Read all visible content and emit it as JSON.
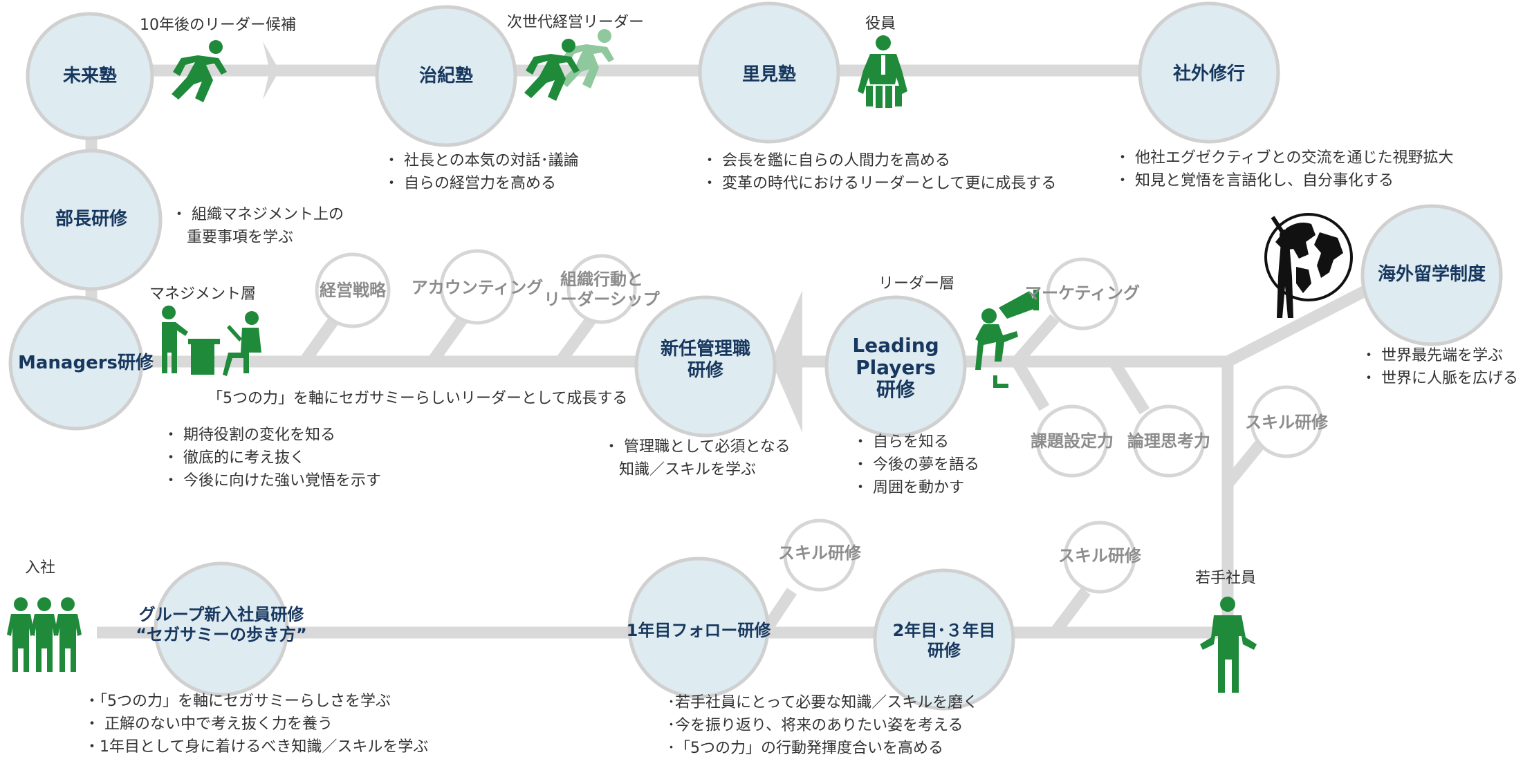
{
  "nodes": {
    "mirai": "未来塾",
    "jiki": "治紀塾",
    "satomi": "里見塾",
    "shagai": "社外修行",
    "bucho": "部長研修",
    "managers": "Managers研修",
    "shinnin": "新任管理職\n研修",
    "leading": "Leading\nPlayers\n研修",
    "kaigai": "海外留学制度",
    "group": "グループ新入社員研修\n“セガサミーの歩き方”",
    "follow": "1年目フォロー研修",
    "nen23": "2年目･３年目\n研修"
  },
  "sub_nodes": {
    "keiei": "経営戦略",
    "accounting": "アカウンティング",
    "soshiki": "組織行動と\nリーダーシップ",
    "marketing": "マーケティング",
    "kadai": "課題設定力",
    "ronri": "論理思考力",
    "skill_right": "スキル研修",
    "skill_follow": "スキル研修",
    "skill_23": "スキル研修"
  },
  "captions": {
    "ten_years": "10年後のリーダー候補",
    "next_gen": "次世代経営リーダー",
    "yakuin": "役員",
    "management_layer": "マネジメント層",
    "leader_layer": "リーダー層",
    "young": "若手社員",
    "nyusha": "入社",
    "five_powers": "「5つの力」を軸にセガサミーらしいリーダーとして成長する"
  },
  "notes": {
    "jiki": [
      "・ 社長との本気の対話･議論",
      "・ 自らの経営力を高める"
    ],
    "satomi": [
      "・ 会長を鑑に自らの人間力を高める",
      "・ 変革の時代におけるリーダーとして更に成長する"
    ],
    "shagai": [
      "・ 他社エグゼクティブとの交流を通じた視野拡大",
      "・ 知見と覚悟を言語化し、自分事化する"
    ],
    "bucho": [
      "・ 組織マネジメント上の",
      "　重要事項を学ぶ"
    ],
    "managers": [
      "・ 期待役割の変化を知る",
      "・ 徹底的に考え抜く",
      "・ 今後に向けた強い覚悟を示す"
    ],
    "shinnin": [
      "・ 管理職として必須となる",
      "　知識／スキルを学ぶ"
    ],
    "leading": [
      "・ 自らを知る",
      "・ 今後の夢を語る",
      "・ 周囲を動かす"
    ],
    "kaigai": [
      "・ 世界最先端を学ぶ",
      "・ 世界に人脈を広げる"
    ],
    "group": [
      "・「5つの力」を軸にセガサミーらしさを学ぶ",
      "・ 正解のない中で考え抜く力を養う",
      "・1年目として身に着けるべき知識／スキルを学ぶ"
    ],
    "nen23": [
      "･若手社員にとって必要な知識／スキルを磨く",
      "･今を振り返り、将来のありたい姿を考える",
      "･「5つの力」の行動発揮度合いを高める"
    ]
  },
  "colors": {
    "node_fill": "#deebf1",
    "node_text": "#17375e",
    "sub_text": "#8c8c8c",
    "line": "#d9d9d9",
    "figure_green": "#1e8a3a"
  },
  "icons": {
    "runner": "runner-icon",
    "runners_pair": "runners-pair-icon",
    "executive": "executive-icon",
    "globe": "globe-icon",
    "manager_desk": "manager-desk-icon",
    "leader": "leader-icon",
    "young_employee": "employee-icon",
    "new_hires": "new-hires-icon"
  }
}
